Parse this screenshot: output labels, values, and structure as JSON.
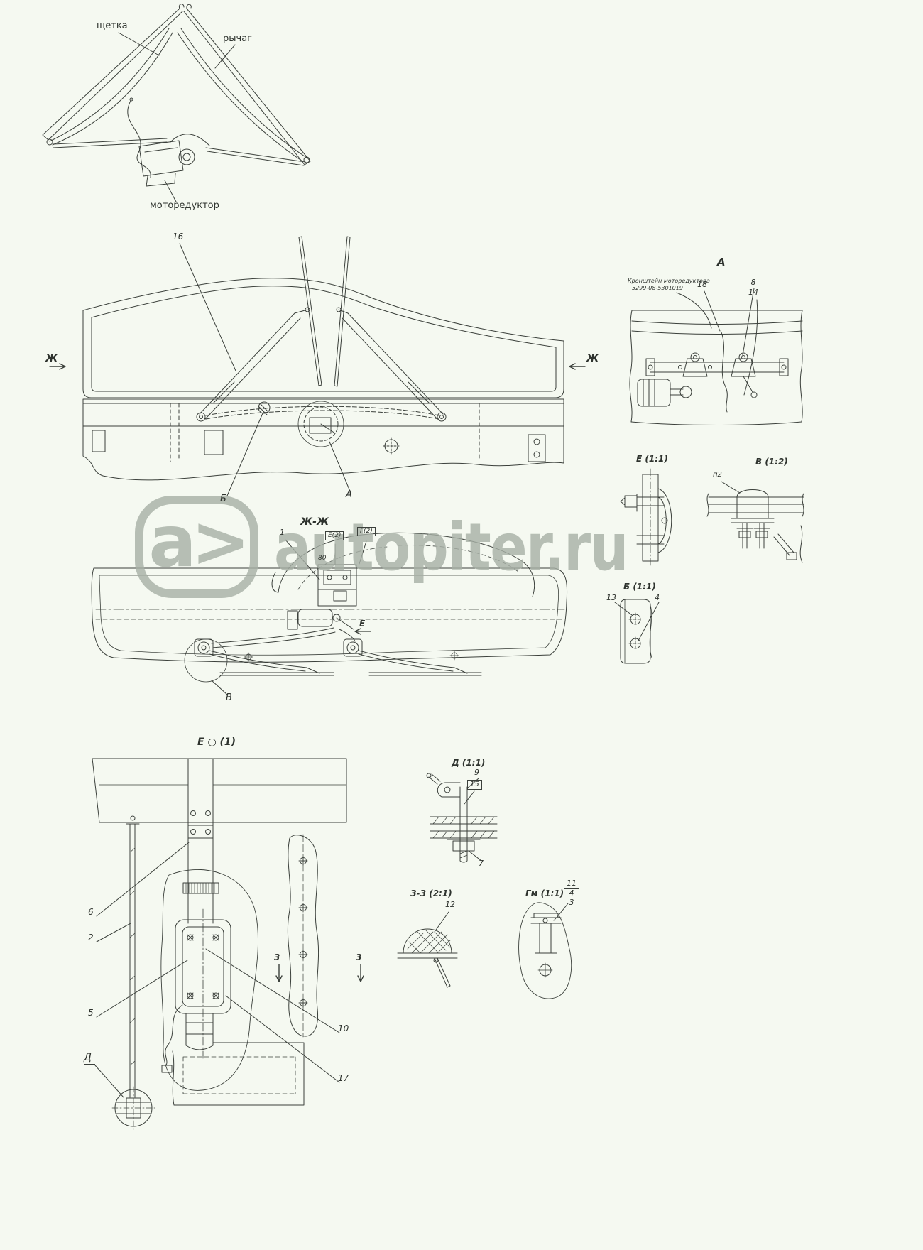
{
  "palette": {
    "background": "#f5f9f1",
    "line": "#3b403b",
    "watermark": "#a7b0a6"
  },
  "watermark": {
    "logo": "a>",
    "text": "autopiter.ru"
  },
  "photo_labels": {
    "brush": "щетка",
    "arm": "рычаг",
    "gearmotor": "моторедуктор"
  },
  "front_view": {
    "callout_16": "16",
    "section_left": "Ж",
    "section_right": "Ж",
    "label_b": "Б",
    "label_a": "А"
  },
  "detail_a": {
    "title": "А",
    "note_line1": "Кронштейн моторедуктора",
    "note_line2": "5299-08-5301019",
    "callout_18": "18",
    "callout_8": "8",
    "callout_14": "14"
  },
  "detail_e_small": {
    "title": "Е (1:1)"
  },
  "detail_v": {
    "title": "В (1:2)",
    "label_p2": "п2"
  },
  "detail_b_small": {
    "title": "Б (1:1)",
    "callout_13": "13",
    "callout_4": "4"
  },
  "plan_view": {
    "title": "Ж-Ж",
    "callout_1": "1",
    "box_e": "Е(2)",
    "box_g": "Г(2)",
    "dim_80": "80",
    "view_arrow": "Е",
    "label_v": "В"
  },
  "mount_view": {
    "title": "Е ○ (1)",
    "callout_6": "6",
    "callout_2": "2",
    "callout_5": "5",
    "callout_10": "10",
    "callout_17": "17",
    "label_d": "Д",
    "section_3": "3"
  },
  "detail_d": {
    "title": "Д (1:1)",
    "callout_9": "9",
    "callout_15": "15",
    "callout_7": "7"
  },
  "detail_zz": {
    "title": "З-З (2:1)",
    "callout_12": "12"
  },
  "detail_gm": {
    "title": "Гм (1:1)",
    "callout_11": "11",
    "callout_4": "4",
    "callout_3": "3"
  }
}
